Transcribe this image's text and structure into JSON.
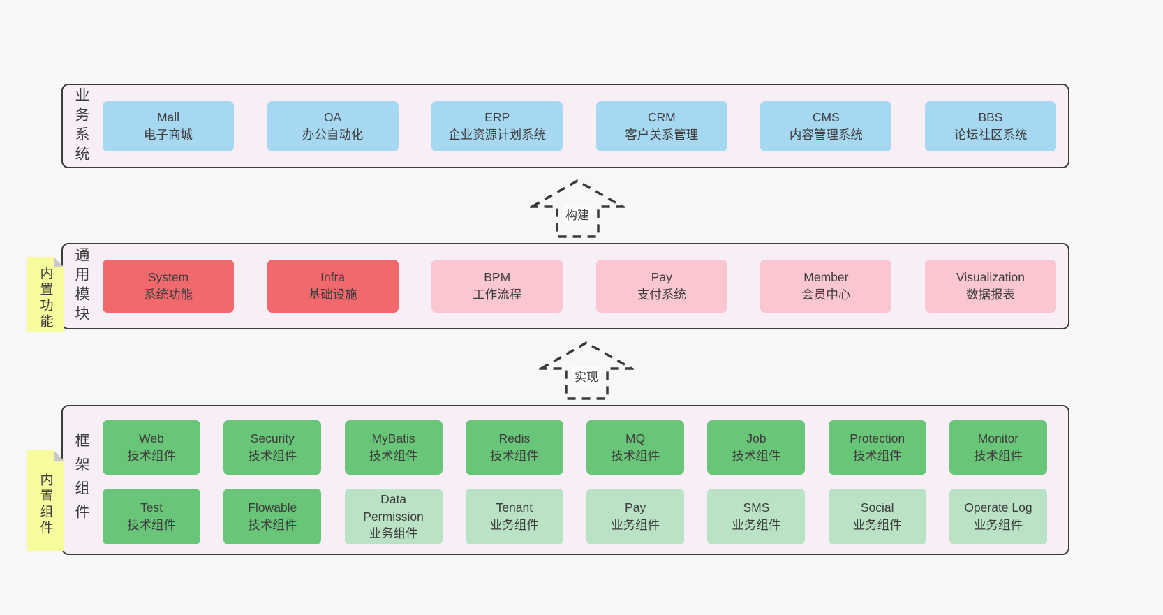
{
  "colors": {
    "page_bg": "#f7f7f7",
    "container_fill": "#f8eef6",
    "container_border": "#3c3c3c",
    "blue_box": "#a7d8f2",
    "red_box": "#f2696d",
    "pink_box": "#fac6cf",
    "green_dark_box": "#69c578",
    "green_light_box": "#b9e3c4",
    "sticky_yellow": "#f8fa9e"
  },
  "arrows": [
    {
      "label": "构建"
    },
    {
      "label": "实现"
    }
  ],
  "layers": [
    {
      "label": "业务系统",
      "boxes": [
        {
          "title": "Mall",
          "subtitle": "电子商城"
        },
        {
          "title": "OA",
          "subtitle": "办公自动化"
        },
        {
          "title": "ERP",
          "subtitle": "企业资源计划系统"
        },
        {
          "title": "CRM",
          "subtitle": "客户关系管理"
        },
        {
          "title": "CMS",
          "subtitle": "内容管理系统"
        },
        {
          "title": "BBS",
          "subtitle": "论坛社区系统"
        }
      ]
    },
    {
      "label": "通用模块",
      "sticky": "内置功能",
      "boxes": [
        {
          "title": "System",
          "subtitle": "系统功能"
        },
        {
          "title": "Infra",
          "subtitle": "基础设施"
        },
        {
          "title": "BPM",
          "subtitle": "工作流程"
        },
        {
          "title": "Pay",
          "subtitle": "支付系统"
        },
        {
          "title": "Member",
          "subtitle": "会员中心"
        },
        {
          "title": "Visualization",
          "subtitle": "数据报表"
        }
      ]
    },
    {
      "label": "框架组件",
      "sticky": "内置组件",
      "rows": [
        [
          {
            "title": "Web",
            "subtitle": "技术组件"
          },
          {
            "title": "Security",
            "subtitle": "技术组件"
          },
          {
            "title": "MyBatis",
            "subtitle": "技术组件"
          },
          {
            "title": "Redis",
            "subtitle": "技术组件"
          },
          {
            "title": "MQ",
            "subtitle": "技术组件"
          },
          {
            "title": "Job",
            "subtitle": "技术组件"
          },
          {
            "title": "Protection",
            "subtitle": "技术组件"
          },
          {
            "title": "Monitor",
            "subtitle": "技术组件"
          }
        ],
        [
          {
            "title": "Test",
            "subtitle": "技术组件"
          },
          {
            "title": "Flowable",
            "subtitle": "技术组件"
          },
          {
            "title": "Data Permission",
            "subtitle": "业务组件"
          },
          {
            "title": "Tenant",
            "subtitle": "业务组件"
          },
          {
            "title": "Pay",
            "subtitle": "业务组件"
          },
          {
            "title": "SMS",
            "subtitle": "业务组件"
          },
          {
            "title": "Social",
            "subtitle": "业务组件"
          },
          {
            "title": "Operate Log",
            "subtitle": "业务组件"
          }
        ]
      ]
    }
  ]
}
